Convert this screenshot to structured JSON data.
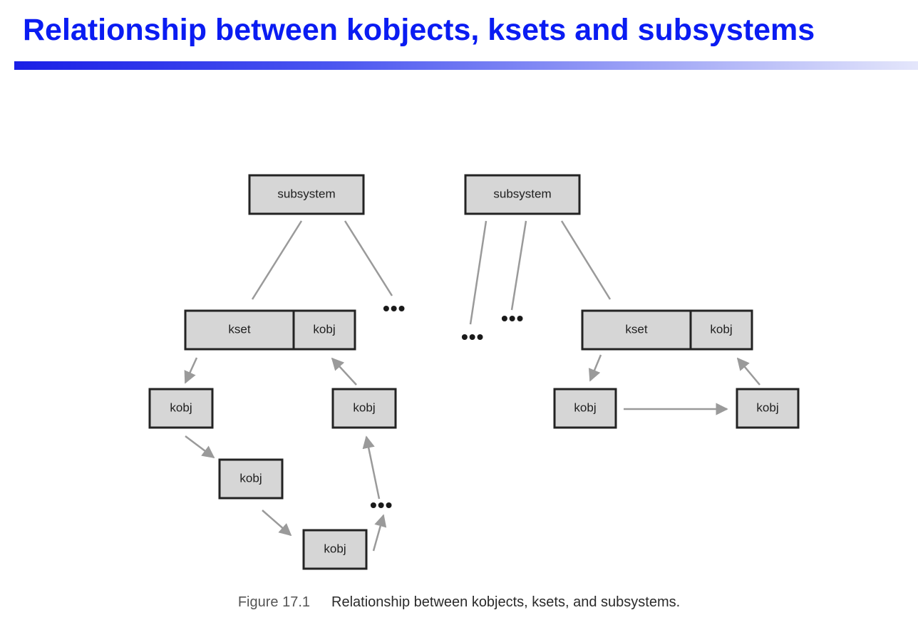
{
  "slide": {
    "title": "Relationship between kobjects, ksets and subsystems"
  },
  "figure": {
    "number": "Figure 17.1",
    "caption": "Relationship between kobjects, ksets, and subsystems."
  },
  "diagram": {
    "nodes": {
      "subsystem_left": "subsystem",
      "subsystem_right": "subsystem",
      "kset_left": "kset",
      "kset_left_kobj": "kobj",
      "kset_right": "kset",
      "kset_right_kobj": "kobj",
      "left_kobj_1": "kobj",
      "left_kobj_2": "kobj",
      "left_kobj_3": "kobj",
      "left_kobj_4": "kobj",
      "right_kobj_1": "kobj",
      "right_kobj_2": "kobj"
    },
    "ellipsis": "•••"
  },
  "colors": {
    "title": "#0a1cf2",
    "box_fill": "#d6d6d6",
    "box_border": "#232323",
    "connector": "#9a9a9a"
  }
}
